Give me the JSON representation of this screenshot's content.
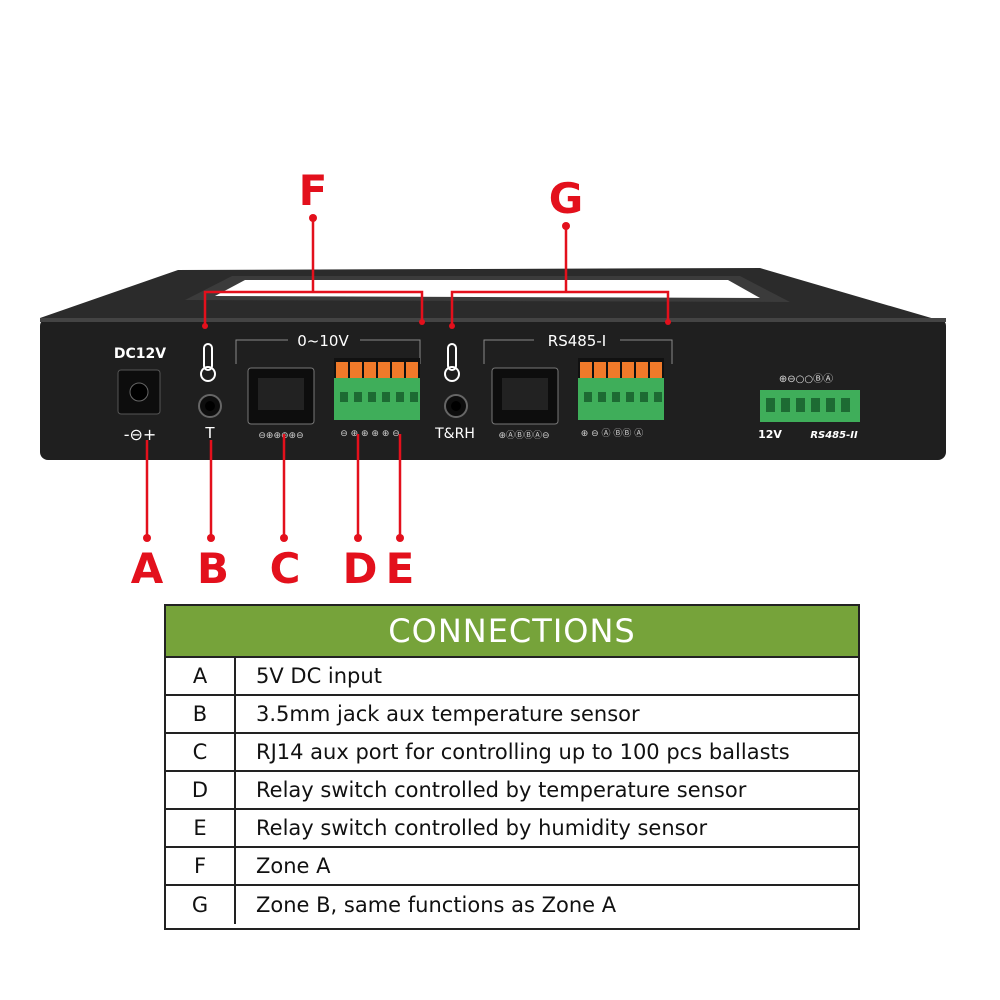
{
  "device": {
    "dc_label": "DC12V",
    "polarity_label": "-⊖+",
    "t_label": "T",
    "analog_label": "0~10V",
    "trh_label": "T&RH",
    "rs485_1_label": "RS485-I",
    "v12_label": "12V",
    "rs485_2_label": "RS485-II"
  },
  "callouts": [
    "A",
    "B",
    "C",
    "D",
    "E",
    "F",
    "G"
  ],
  "table": {
    "header": "CONNECTIONS",
    "rows": [
      {
        "letter": "A",
        "desc": "5V DC input"
      },
      {
        "letter": "B",
        "desc": "3.5mm jack aux temperature sensor"
      },
      {
        "letter": "C",
        "desc": "RJ14 aux port for controlling up to 100 pcs ballasts"
      },
      {
        "letter": "D",
        "desc": "Relay switch controlled by temperature sensor"
      },
      {
        "letter": "E",
        "desc": "Relay switch controlled by humidity sensor"
      },
      {
        "letter": "F",
        "desc": "Zone A"
      },
      {
        "letter": "G",
        "desc": "Zone B, same functions as Zone A"
      }
    ]
  },
  "colors": {
    "accent_red": "#e3101c",
    "header_green": "#76a33a",
    "terminal_green": "#3fae5a",
    "terminal_orange": "#f07a2a",
    "device_body": "#1f1f1f"
  }
}
